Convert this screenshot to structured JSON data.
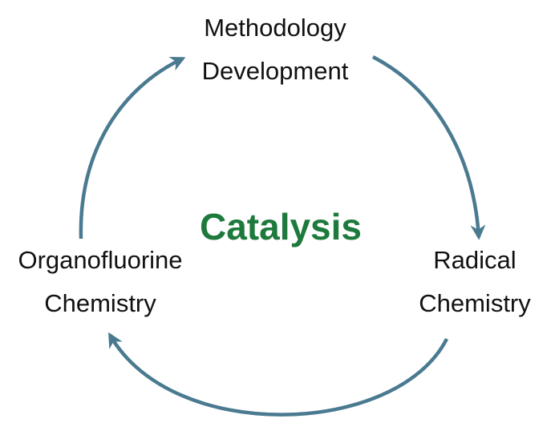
{
  "center": {
    "label": "Catalysis",
    "color": "#1e7a3c"
  },
  "nodes": {
    "top": {
      "line1": "Methodology",
      "line2": "Development"
    },
    "right": {
      "line1": "Radical",
      "line2": "Chemistry"
    },
    "left": {
      "line1": "Organofluorine",
      "line2": "Chemistry"
    }
  },
  "arrow_color": "#4a7a90",
  "arrows": [
    {
      "from": "Methodology Development",
      "to": "Radical Chemistry"
    },
    {
      "from": "Radical Chemistry",
      "to": "Organofluorine Chemistry"
    },
    {
      "from": "Organofluorine Chemistry",
      "to": "Methodology Development"
    }
  ]
}
